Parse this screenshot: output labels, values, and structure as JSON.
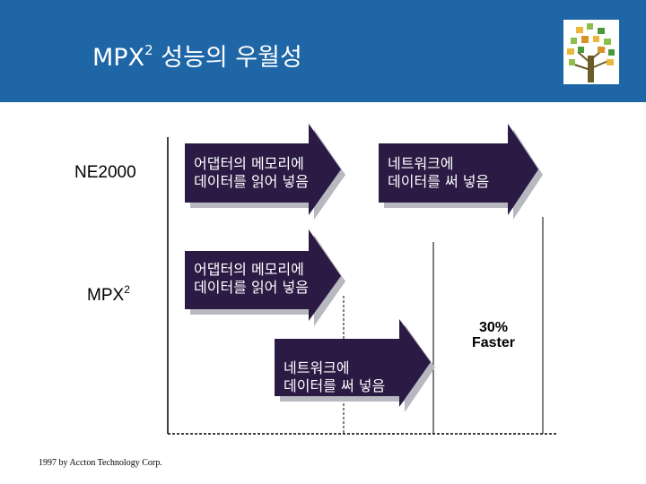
{
  "header": {
    "title_prefix": "MPX",
    "title_sup": "2",
    "title_rest": " 성능의 우월성",
    "bg": "#1f66a6"
  },
  "rows": {
    "ne2000": "NE2000",
    "mpx_prefix": "MPX",
    "mpx_sup": "2"
  },
  "arrows": [
    {
      "line1": "어댑터의 메모리에",
      "line2": "데이터를 읽어 넣음"
    },
    {
      "line1": "네트워크에",
      "line2": "데이터를 써 넣음"
    },
    {
      "line1": "어댑터의 메모리에",
      "line2": "데이터를 읽어 넣음"
    },
    {
      "line1": "네트워크에",
      "line2": "데이터를 써 넣음"
    }
  ],
  "callout": {
    "line1": "30%",
    "line2": "Faster"
  },
  "footer": "1997 by Accton Technology Corp.",
  "colors": {
    "arrow_fill": "#2a1a44",
    "arrow_shadow": "#b8b8c0"
  }
}
